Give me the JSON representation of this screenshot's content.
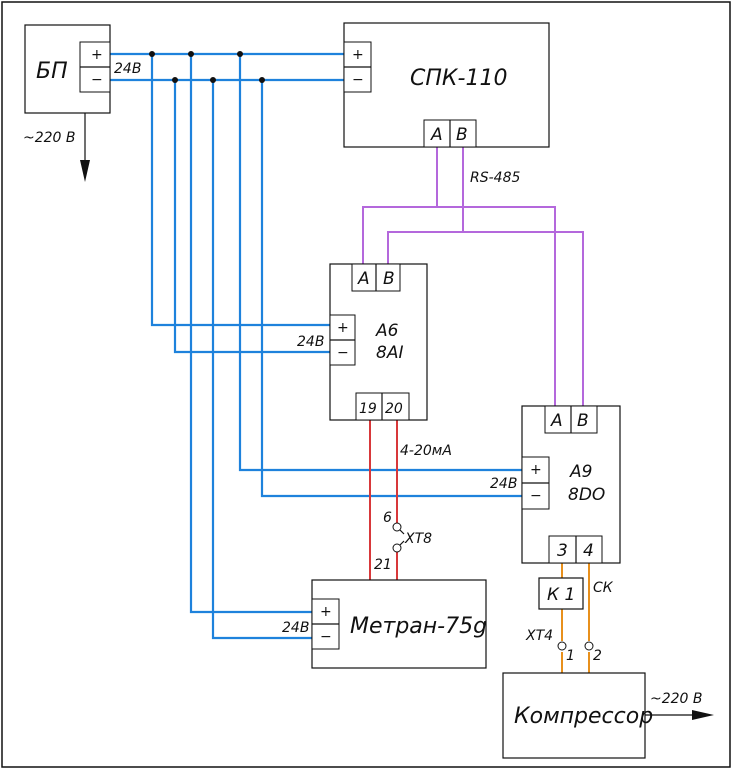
{
  "bp": {
    "name": "БП",
    "plus": "+",
    "minus": "−",
    "voltage": "24В",
    "mains": "~220 В"
  },
  "spk": {
    "name": "СПК-110",
    "a": "A",
    "b": "B"
  },
  "bus": {
    "label": "RS-485"
  },
  "a6": {
    "name": "А6",
    "type": "8AI",
    "a": "A",
    "b": "B",
    "plus": "+",
    "minus": "−",
    "voltage": "24В",
    "t1": "19",
    "t2": "20",
    "signal": "4-20мА"
  },
  "xt8": {
    "name": "XT8",
    "p1": "6",
    "p2": "21"
  },
  "a9": {
    "name": "А9",
    "type": "8DO",
    "a": "A",
    "b": "B",
    "plus": "+",
    "minus": "−",
    "voltage": "24В",
    "t1": "3",
    "t2": "4"
  },
  "metran": {
    "name": "Метран-75g",
    "plus": "+",
    "minus": "−",
    "voltage": "24В"
  },
  "relay": {
    "name": "К 1",
    "contact": "СК"
  },
  "xt4": {
    "name": "XT4",
    "p1": "1",
    "p2": "2"
  },
  "compressor": {
    "name": "Компрессор",
    "mains": "~220 В"
  },
  "colors": {
    "power": "#1e82dc",
    "rs485": "#b468dc",
    "signal": "#d8383a",
    "relay": "#e8901c"
  }
}
